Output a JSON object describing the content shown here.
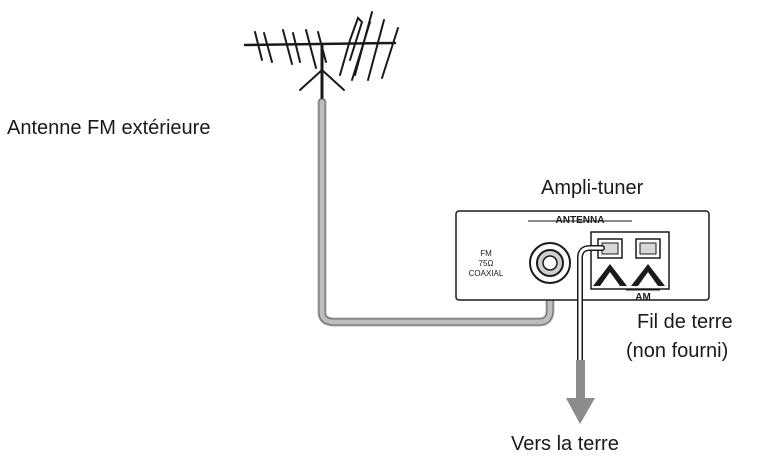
{
  "labels": {
    "antenna": "Antenne FM extérieure",
    "receiver": "Ampli-tuner",
    "ground_wire_line1": "Fil de terre",
    "ground_wire_line2": "(non fourni)",
    "to_ground": "Vers la terre"
  },
  "panel": {
    "header": "ANTENNA",
    "fm_line1": "FM",
    "fm_line2": "75Ω",
    "fm_line3": "COAXIAL",
    "am": "AM"
  },
  "colors": {
    "cable": "#9a9a9a",
    "line": "#1a1a1a",
    "arrow": "#8c8c8c"
  }
}
